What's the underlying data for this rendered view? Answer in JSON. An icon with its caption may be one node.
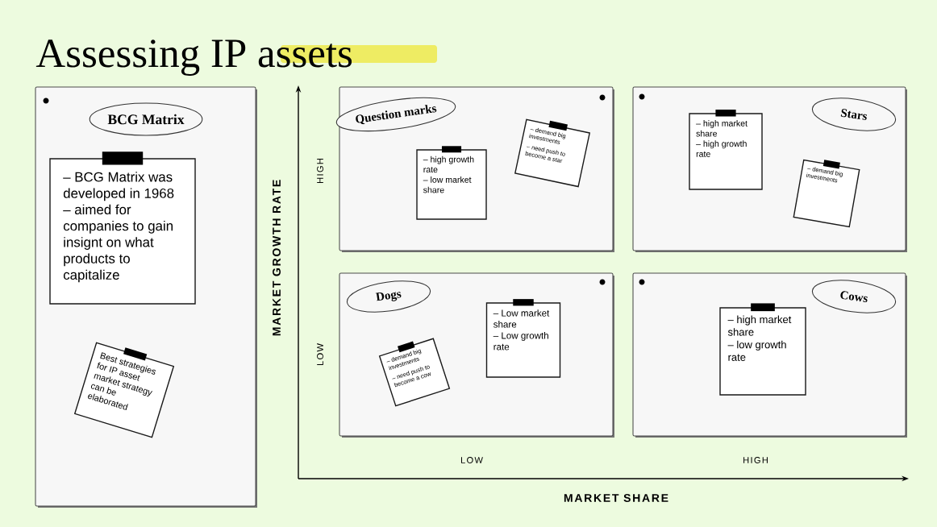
{
  "diagram": {
    "title": "Assessing IP assets",
    "nodes": [
      {
        "text": [],
        "shape": "box"
      },
      {
        "text": [
          "BCG Matrix"
        ],
        "in": 0
      },
      {
        "text": [
          "– BCG Matrix was developed in 1968",
          "– aimed for companies  to gain insignt  on what products to capitalize"
        ],
        "in": 0
      },
      {
        "text": [
          "Best strategies for IP asset market strategy can be elaborated"
        ],
        "in": 0
      },
      {
        "text": [],
        "shape": "box"
      },
      {
        "text": [
          "Question marks"
        ],
        "in": 4
      },
      {
        "text": [
          "– high growth rate",
          "– low market share"
        ],
        "in": 4
      },
      {
        "text": [
          "– demand big investments",
          "– need push to become a star"
        ],
        "in": 4
      },
      {
        "text": [],
        "shape": "box"
      },
      {
        "text": [
          "Stars"
        ],
        "in": 8
      },
      {
        "text": [
          "– high market share",
          "– high growth rate"
        ],
        "in": 8
      },
      {
        "text": [
          "– demand big investments"
        ],
        "in": 8
      },
      {
        "text": [],
        "shape": "box"
      },
      {
        "text": [
          "Dogs"
        ],
        "in": 12
      },
      {
        "text": [
          "– demand big investments",
          "– need push to become a cow"
        ],
        "in": 12
      },
      {
        "text": [
          "– Low market share",
          "– Low growth rate"
        ],
        "in": 12
      },
      {
        "text": [],
        "shape": "box"
      },
      {
        "text": [
          "Cows"
        ],
        "in": 16
      },
      {
        "text": [
          "– high market share",
          "– low growth rate"
        ],
        "in": 16
      }
    ],
    "labels": [
      "MARKET GROWTH RATE",
      "HIGH",
      "LOW",
      "LOW",
      "HIGH",
      "MARKET SHARE"
    ]
  }
}
